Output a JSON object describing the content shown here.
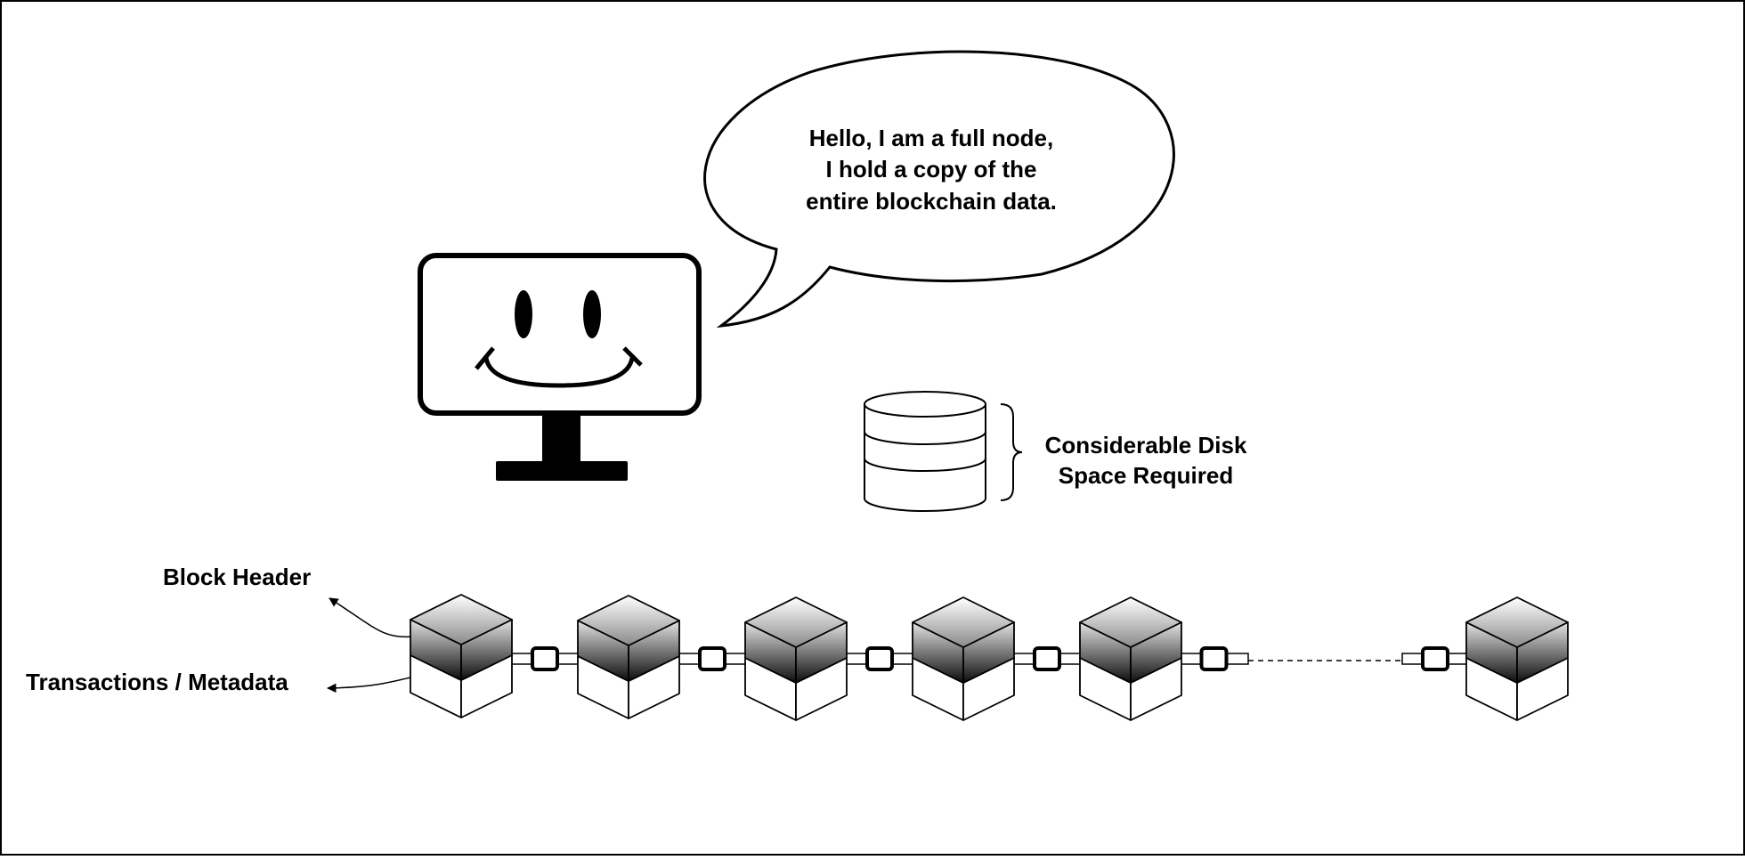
{
  "speech_bubble": {
    "lines": [
      "Hello, I am a full node,",
      "I hold a copy of the",
      "entire blockchain data."
    ]
  },
  "disk": {
    "label_lines": [
      "Considerable Disk",
      "Space Required"
    ]
  },
  "legend": {
    "block_header": "Block Header",
    "transactions": "Transactions / Metadata"
  },
  "blockchain": {
    "block_count": 6,
    "has_ellipsis_gap": true
  },
  "icons": [
    "monitor-smiley-icon",
    "database-icon",
    "curly-brace-icon",
    "block-cube-icon",
    "chain-link-icon"
  ],
  "colors": {
    "stroke": "#000000",
    "header_gradient_top": "#e4e4e4",
    "header_gradient_bottom": "#0c0c0c",
    "body_fill": "#ffffff"
  }
}
